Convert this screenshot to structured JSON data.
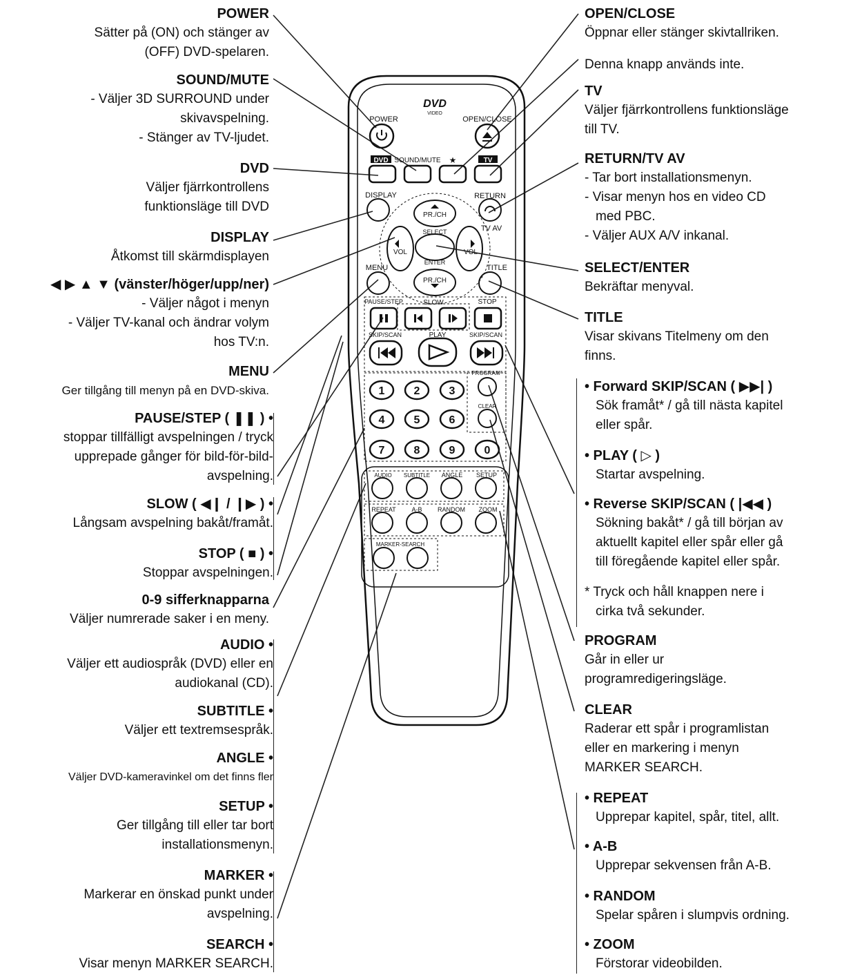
{
  "left": {
    "power": {
      "title": "POWER",
      "lines": [
        "Sätter på (ON) och stänger av",
        "(OFF) DVD-spelaren."
      ]
    },
    "sound_mute": {
      "title": "SOUND/MUTE",
      "lines": [
        "- Väljer 3D SURROUND under",
        "skivavspelning.",
        "- Stänger av TV-ljudet."
      ]
    },
    "dvd": {
      "title": "DVD",
      "lines": [
        "Väljer fjärrkontrollens",
        "funktionsläge till DVD"
      ]
    },
    "display": {
      "title": "DISPLAY",
      "lines": [
        "Åtkomst till skärmdisplayen"
      ]
    },
    "arrows": {
      "title": "◀ ▶ ▲ ▼ (vänster/höger/upp/ner)",
      "lines": [
        "- Väljer något i menyn",
        "- Väljer TV-kanal och ändrar volym",
        "hos TV:n."
      ]
    },
    "menu": {
      "title": "MENU",
      "lines": [
        "Ger tillgång till menyn på en DVD-skiva."
      ]
    },
    "pause_step": {
      "title": "PAUSE/STEP ( ❚❚ ) •",
      "lines": [
        "stoppar tillfälligt avspelningen / tryck",
        "upprepade gånger för bild-för-bild-",
        "avspelning."
      ]
    },
    "slow": {
      "title": "SLOW ( ◀❙ / ❙▶ ) •",
      "lines": [
        "Långsam avspelning bakåt/framåt."
      ]
    },
    "stop": {
      "title": "STOP ( ■ ) •",
      "lines": [
        "Stoppar avspelningen."
      ]
    },
    "numbers": {
      "title": "0-9 sifferknapparna",
      "lines": [
        "Väljer numrerade saker i en meny."
      ]
    },
    "audio": {
      "title": "AUDIO •",
      "lines": [
        "Väljer ett audiospråk (DVD) eller en",
        "audiokanal (CD)."
      ]
    },
    "subtitle": {
      "title": "SUBTITLE •",
      "lines": [
        "Väljer ett textremsespråk."
      ]
    },
    "angle": {
      "title": "ANGLE •",
      "lines": [
        "Väljer DVD-kameravinkel om det finns fler"
      ]
    },
    "setup": {
      "title": "SETUP •",
      "lines": [
        "Ger tillgång till eller tar bort",
        "installationsmenyn."
      ]
    },
    "marker": {
      "title": "MARKER •",
      "lines": [
        "Markerar en önskad punkt under",
        "avspelning."
      ]
    },
    "search": {
      "title": "SEARCH •",
      "lines": [
        "Visar menyn MARKER SEARCH."
      ]
    }
  },
  "right": {
    "open_close": {
      "title": "OPEN/CLOSE",
      "lines": [
        "Öppnar eller stänger skivtallriken."
      ]
    },
    "unused": {
      "title": "",
      "lines": [
        "Denna knapp används inte."
      ]
    },
    "tv": {
      "title": "TV",
      "lines": [
        "Väljer fjärrkontrollens funktionsläge",
        "till TV."
      ]
    },
    "return": {
      "title": "RETURN/TV AV",
      "lines": [
        "- Tar bort installationsmenyn.",
        "- Visar menyn hos en video CD",
        "  med PBC.",
        "- Väljer AUX A/V inkanal."
      ]
    },
    "select_enter": {
      "title": "SELECT/ENTER",
      "lines": [
        "Bekräftar menyval."
      ]
    },
    "title_btn": {
      "title": "TITLE",
      "lines": [
        "Visar skivans Titelmeny om den",
        "finns."
      ]
    },
    "fwd_skip": {
      "title": "• Forward SKIP/SCAN ( ▶▶| )",
      "lines": [
        "Sök framåt* / gå till nästa kapitel",
        "eller spår."
      ]
    },
    "play": {
      "title": "• PLAY ( ▷ )",
      "lines": [
        "Startar avspelning."
      ]
    },
    "rev_skip": {
      "title": "• Reverse SKIP/SCAN ( |◀◀ )",
      "lines": [
        "Sökning bakåt* / gå till början av",
        "aktuellt kapitel eller spår eller gå",
        "till föregående kapitel eller spår."
      ]
    },
    "note": {
      "title": "",
      "lines": [
        "* Tryck och håll knappen nere i",
        "  cirka två sekunder."
      ]
    },
    "program": {
      "title": "PROGRAM",
      "lines": [
        "Går in eller ur",
        "programredigeringsläge."
      ]
    },
    "clear": {
      "title": "CLEAR",
      "lines": [
        "Raderar ett spår i programlistan",
        "eller en markering i menyn",
        "MARKER SEARCH."
      ]
    },
    "repeat": {
      "title": "• REPEAT",
      "lines": [
        "Upprepar kapitel, spår, titel, allt."
      ]
    },
    "ab": {
      "title": "• A-B",
      "lines": [
        "Upprepar sekvensen från A-B."
      ]
    },
    "random": {
      "title": "• RANDOM",
      "lines": [
        "Spelar spåren i slumpvis ordning."
      ]
    },
    "zoom": {
      "title": "• ZOOM",
      "lines": [
        "Förstorar videobilden."
      ]
    }
  },
  "remote": {
    "logo_top": "DVD",
    "logo_bottom": "VIDEO",
    "power": "POWER",
    "open_close": "OPEN/CLOSE",
    "dvd": "DVD",
    "sound_mute": "SOUND/MUTE",
    "star": "★",
    "tv": "TV",
    "display": "DISPLAY",
    "return": "RETURN",
    "tv_av": "TV AV",
    "pr_ch": "PR./CH",
    "vol": "VOL",
    "select": "SELECT",
    "enter": "ENTER",
    "menu": "MENU",
    "title": "TITLE",
    "pause_step": "PAUSE/STEP",
    "slow": "SLOW",
    "stop": "STOP",
    "skip_scan": "SKIP/SCAN",
    "play": "PLAY",
    "program": "PROGRAM",
    "clear": "CLEAR",
    "digits": [
      "1",
      "2",
      "3",
      "4",
      "5",
      "6",
      "7",
      "8",
      "9",
      "0"
    ],
    "audio": "AUDIO",
    "subtitle": "SUBTITLE",
    "angle": "ANGLE",
    "setup": "SETUP",
    "repeat": "REPEAT",
    "ab": "A-B",
    "random": "RANDOM",
    "zoom": "ZOOM",
    "marker_search": "MARKER-SEARCH"
  }
}
